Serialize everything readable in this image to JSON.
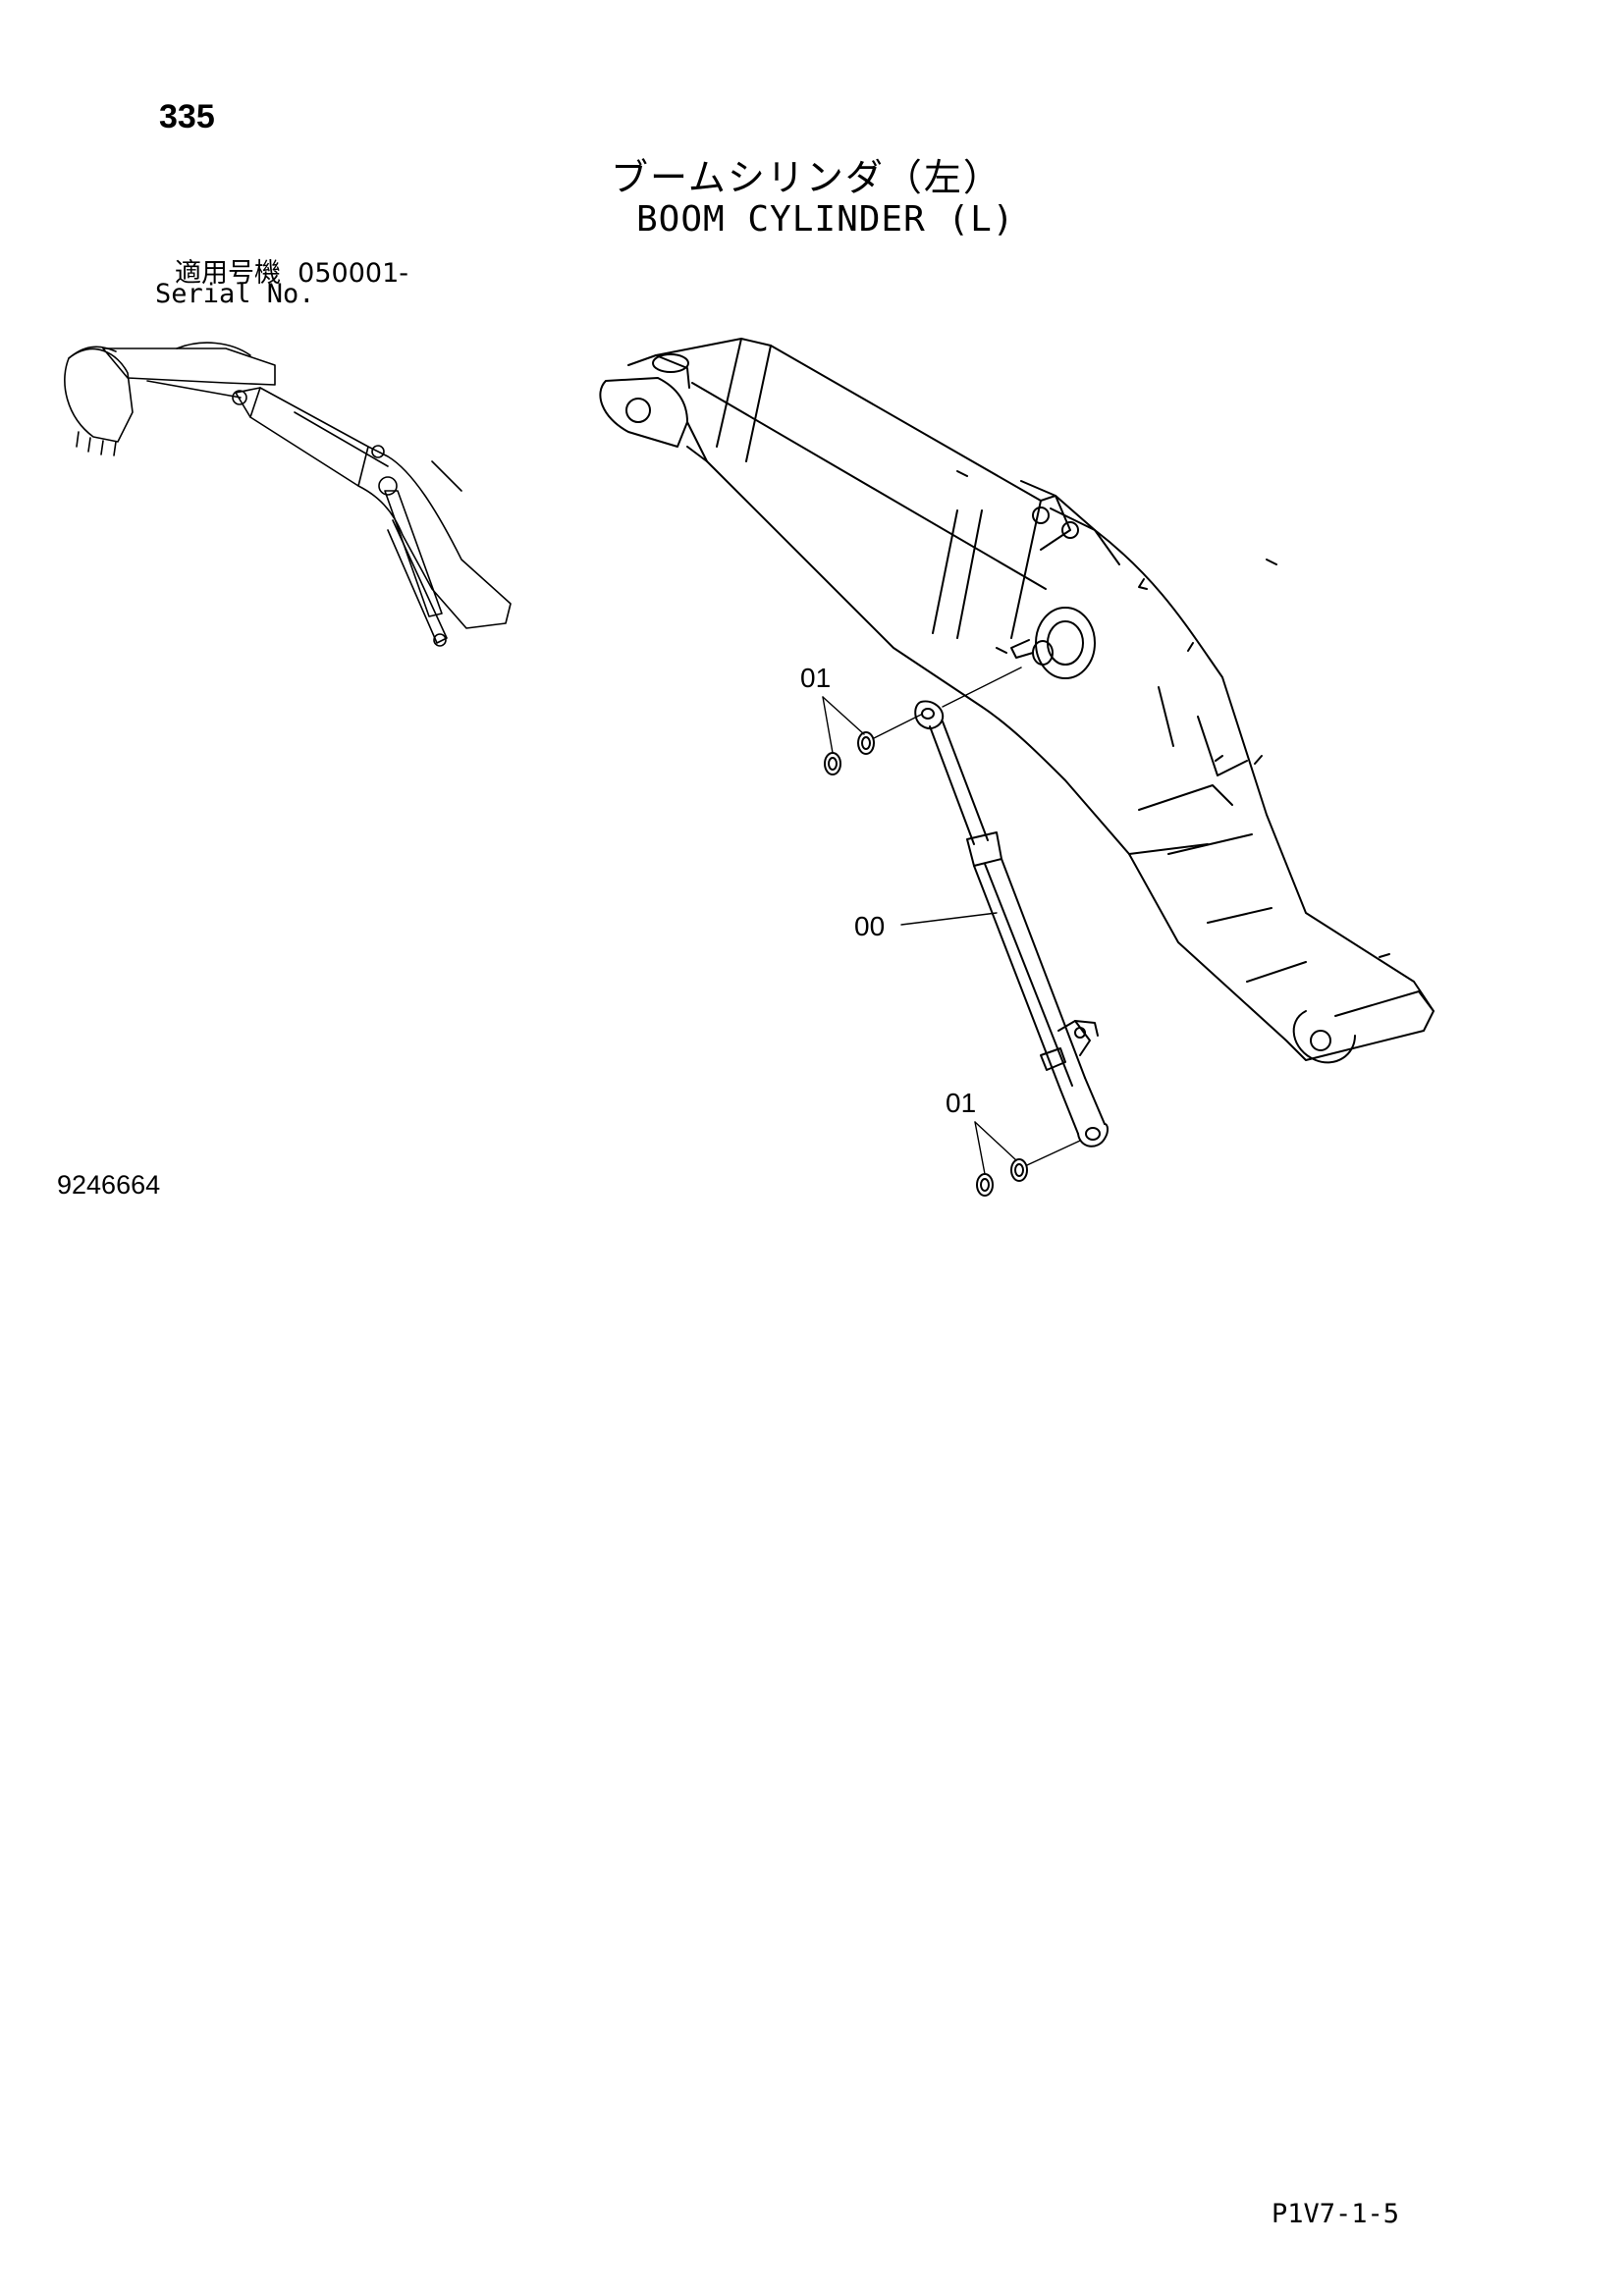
{
  "page_number": "335",
  "title_jp": "ブームシリンダ（左）",
  "title_en": "BOOM CYLINDER (L)",
  "serial": {
    "label_jp": "適用号機",
    "value": "050001-",
    "label_en": "Serial No."
  },
  "callouts": {
    "cylinder": "00",
    "bushing_top": "01",
    "bushing_bottom": "01"
  },
  "drawing_number": "9246664",
  "page_code": "P1V7-1-5"
}
